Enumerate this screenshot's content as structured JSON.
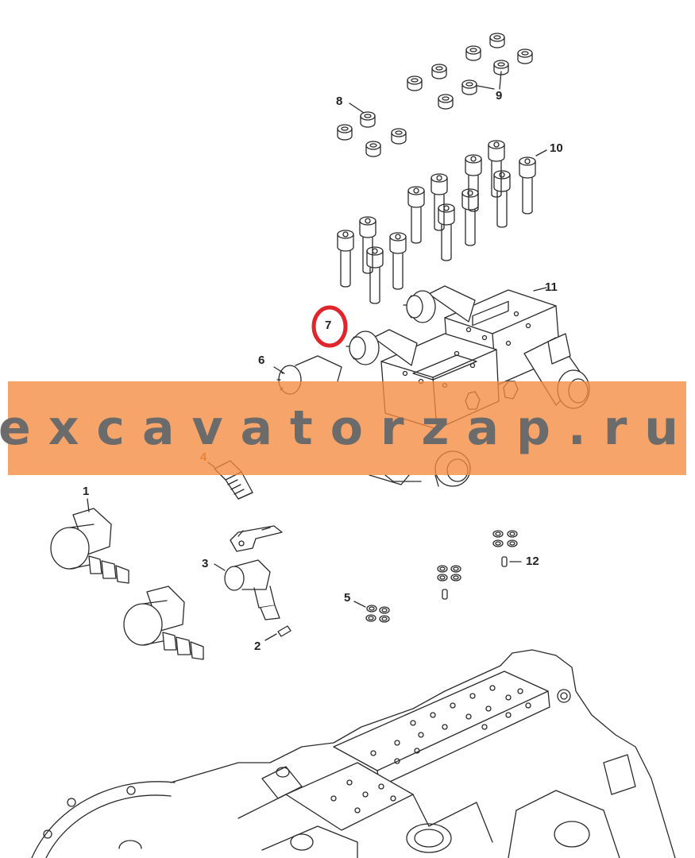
{
  "diagram": {
    "callouts": [
      {
        "id": "1",
        "label": "1"
      },
      {
        "id": "2",
        "label": "2"
      },
      {
        "id": "3",
        "label": "3"
      },
      {
        "id": "4",
        "label": "4"
      },
      {
        "id": "5",
        "label": "5"
      },
      {
        "id": "6",
        "label": "6"
      },
      {
        "id": "7",
        "label": "7"
      },
      {
        "id": "8",
        "label": "8"
      },
      {
        "id": "9",
        "label": "9"
      },
      {
        "id": "10",
        "label": "10"
      },
      {
        "id": "11",
        "label": "11"
      },
      {
        "id": "12",
        "label": "12"
      }
    ],
    "highlighted_callout": "7",
    "highlight_color": "#e0262b",
    "accent_callout": "4",
    "accent_color": "#c8641e"
  },
  "watermark": {
    "text": "excavatorzap.ru",
    "banner_color": "#f48a40"
  }
}
